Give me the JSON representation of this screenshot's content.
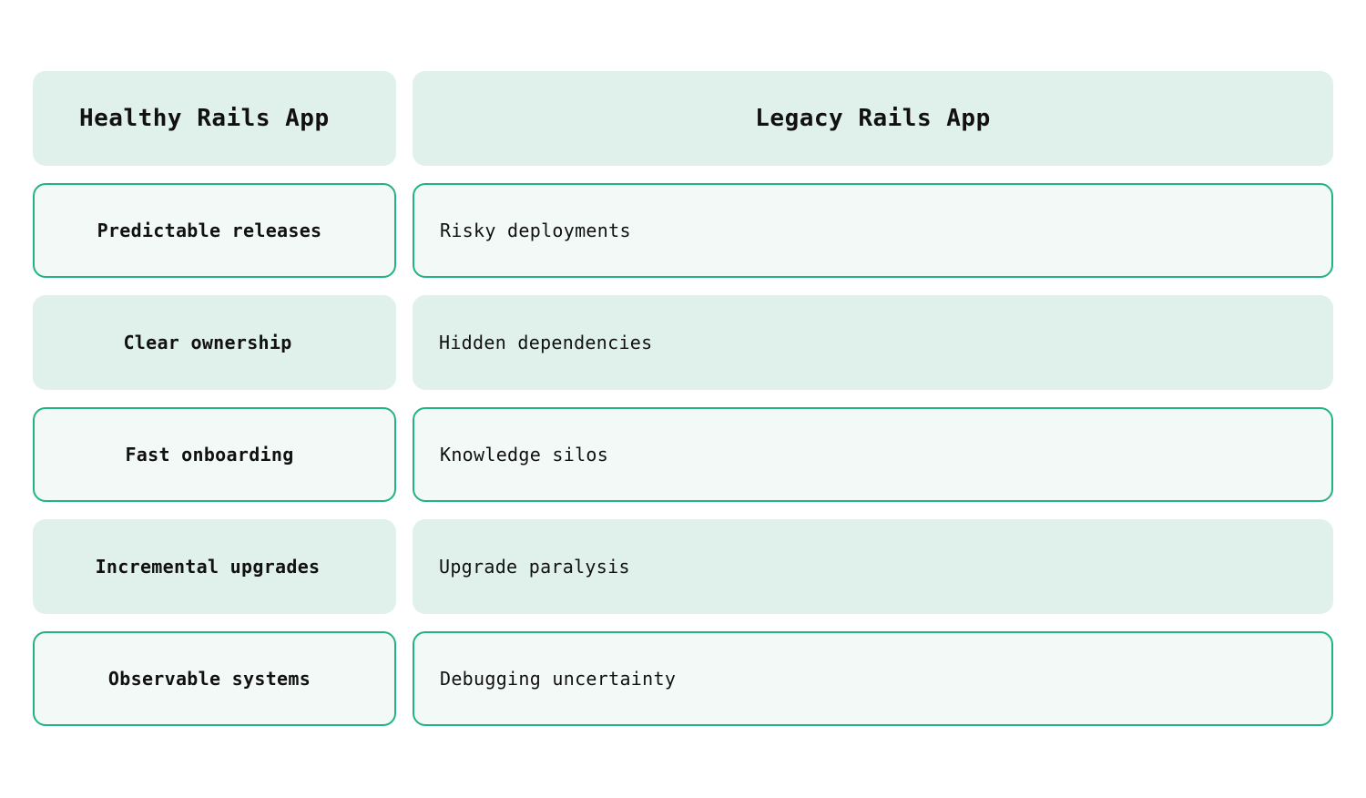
{
  "headers": {
    "left": "Healthy Rails App",
    "right": "Legacy Rails App"
  },
  "rows": [
    {
      "left": "Predictable releases",
      "right": "Risky deployments"
    },
    {
      "left": "Clear ownership",
      "right": "Hidden dependencies"
    },
    {
      "left": "Fast onboarding",
      "right": "Knowledge silos"
    },
    {
      "left": "Incremental upgrades",
      "right": "Upgrade paralysis"
    },
    {
      "left": "Observable systems",
      "right": "Debugging uncertainty"
    }
  ],
  "colors": {
    "filled_background": "#e0f0ea",
    "outlined_background": "#f3f9f7",
    "outline_border": "#22b383"
  }
}
